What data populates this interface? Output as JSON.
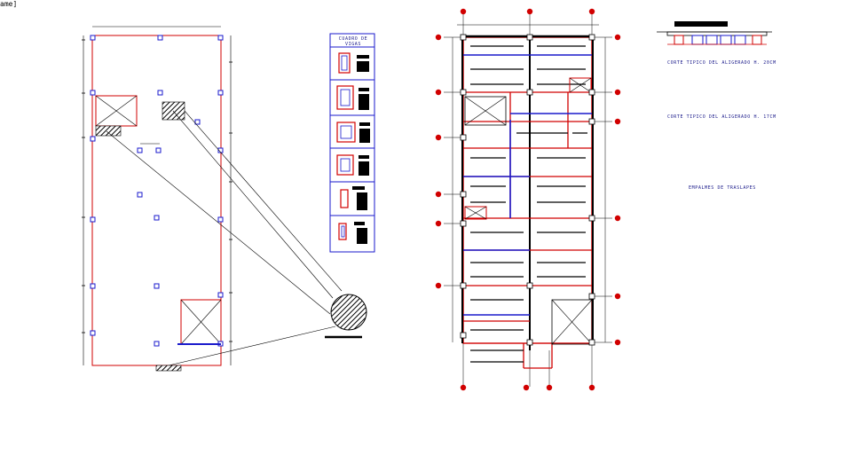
{
  "corner_text": "ame]",
  "legend_title": "CUADRO DE VIGAS",
  "section_1_title": "CORTE TIPICO DEL ALIGERADO H.  20CM",
  "section_2_title": "CORTE TIPICO DEL ALIGERADO H.  17CM",
  "splice_title": "EMPALMES DE TRASLAPES",
  "colors": {
    "red": "#d10000",
    "blue": "#1a1acc",
    "black": "#000000"
  }
}
